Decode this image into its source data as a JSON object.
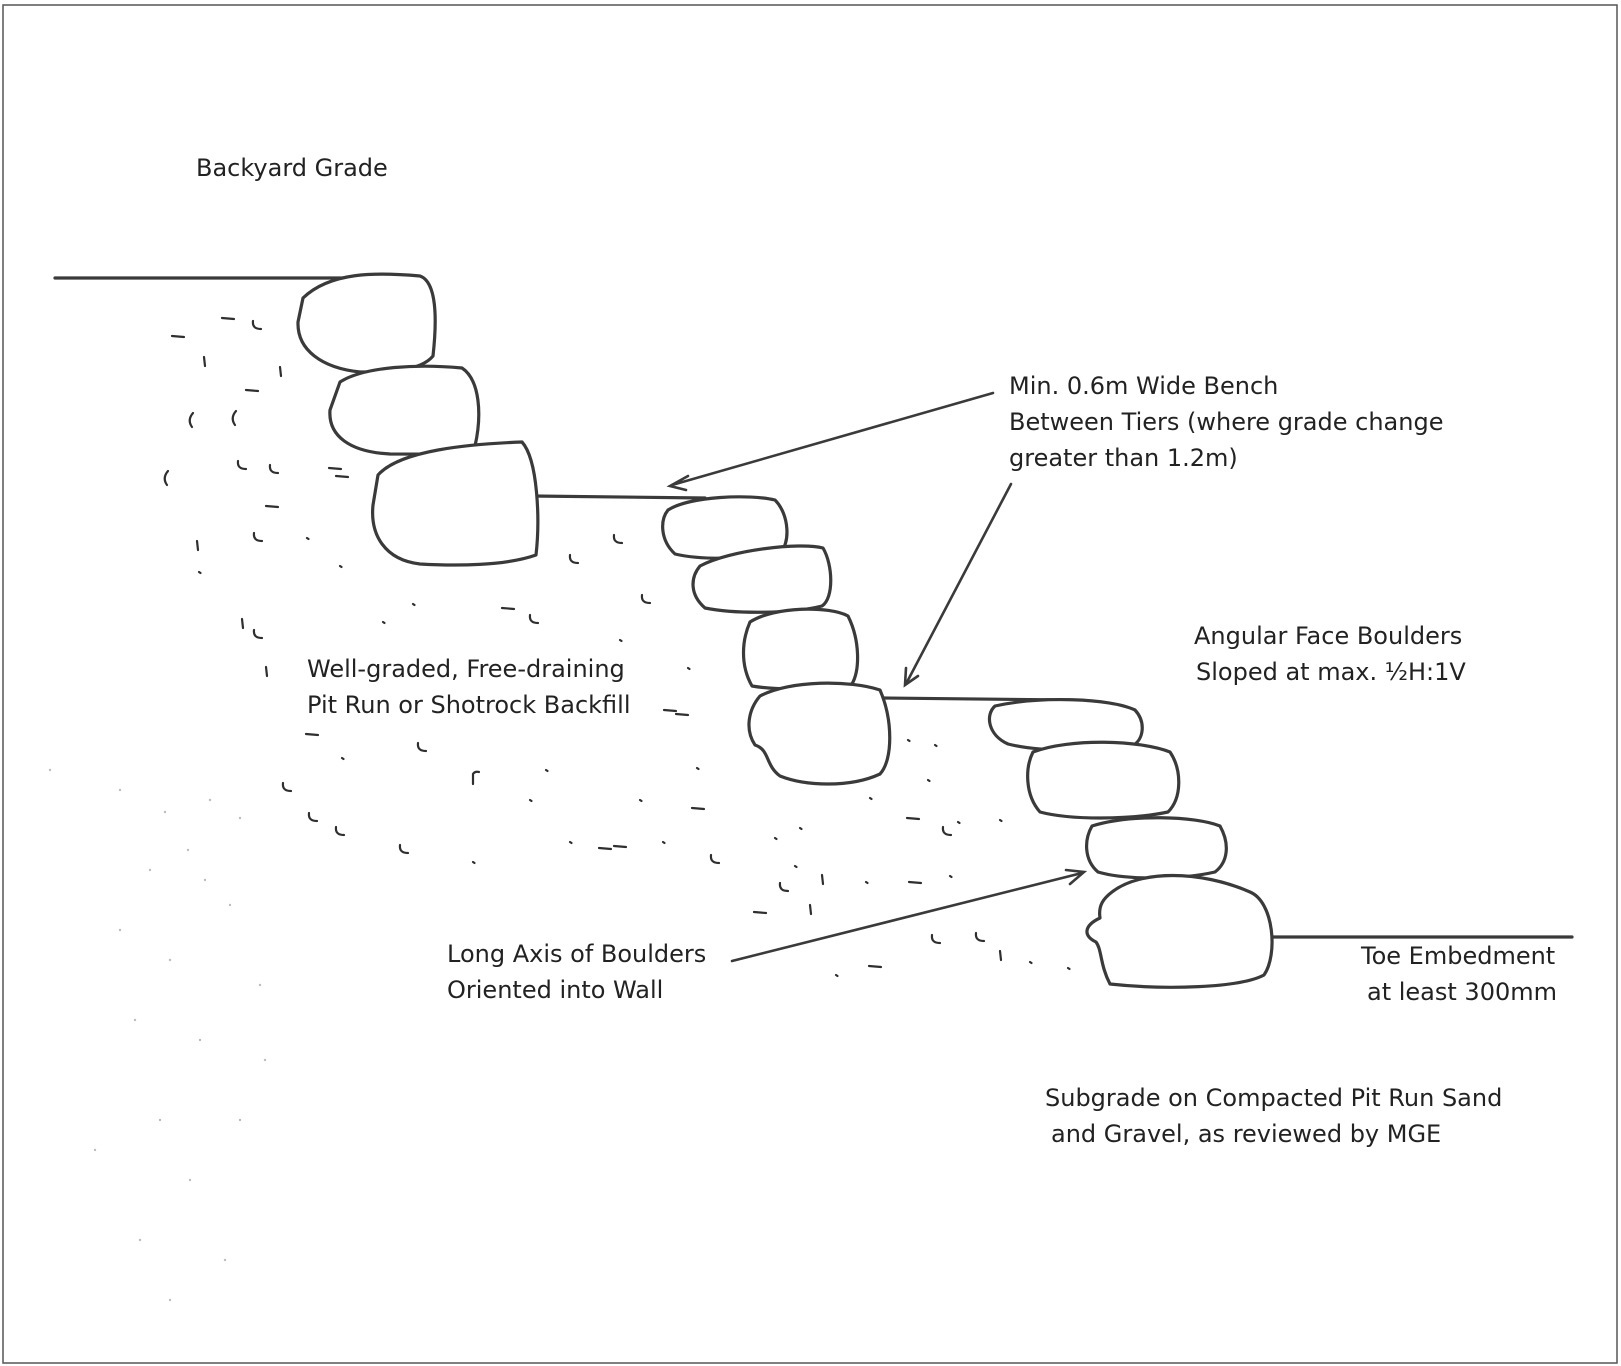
{
  "labels": {
    "backyard_grade": "Backyard Grade",
    "bench_line1": "Min. 0.6m Wide Bench",
    "bench_line2": "Between Tiers (where grade change",
    "bench_line3": "greater than 1.2m)",
    "face_line1": "Angular Face Boulders",
    "face_line2": "Sloped at max. ½H:1V",
    "backfill_line1": "Well-graded, Free-draining",
    "backfill_line2": "Pit Run or Shotrock Backfill",
    "axis_line1": "Long Axis of Boulders",
    "axis_line2": "Oriented into Wall",
    "toe_line1": "Toe Embedment",
    "toe_line2": "at least 300mm",
    "subgrade_line1": "Subgrade on Compacted Pit Run Sand",
    "subgrade_line2": "and Gravel, as reviewed by MGE"
  },
  "colors": {
    "ink": "#3a3a3a",
    "paper": "#ffffff",
    "frame": "#555555"
  }
}
